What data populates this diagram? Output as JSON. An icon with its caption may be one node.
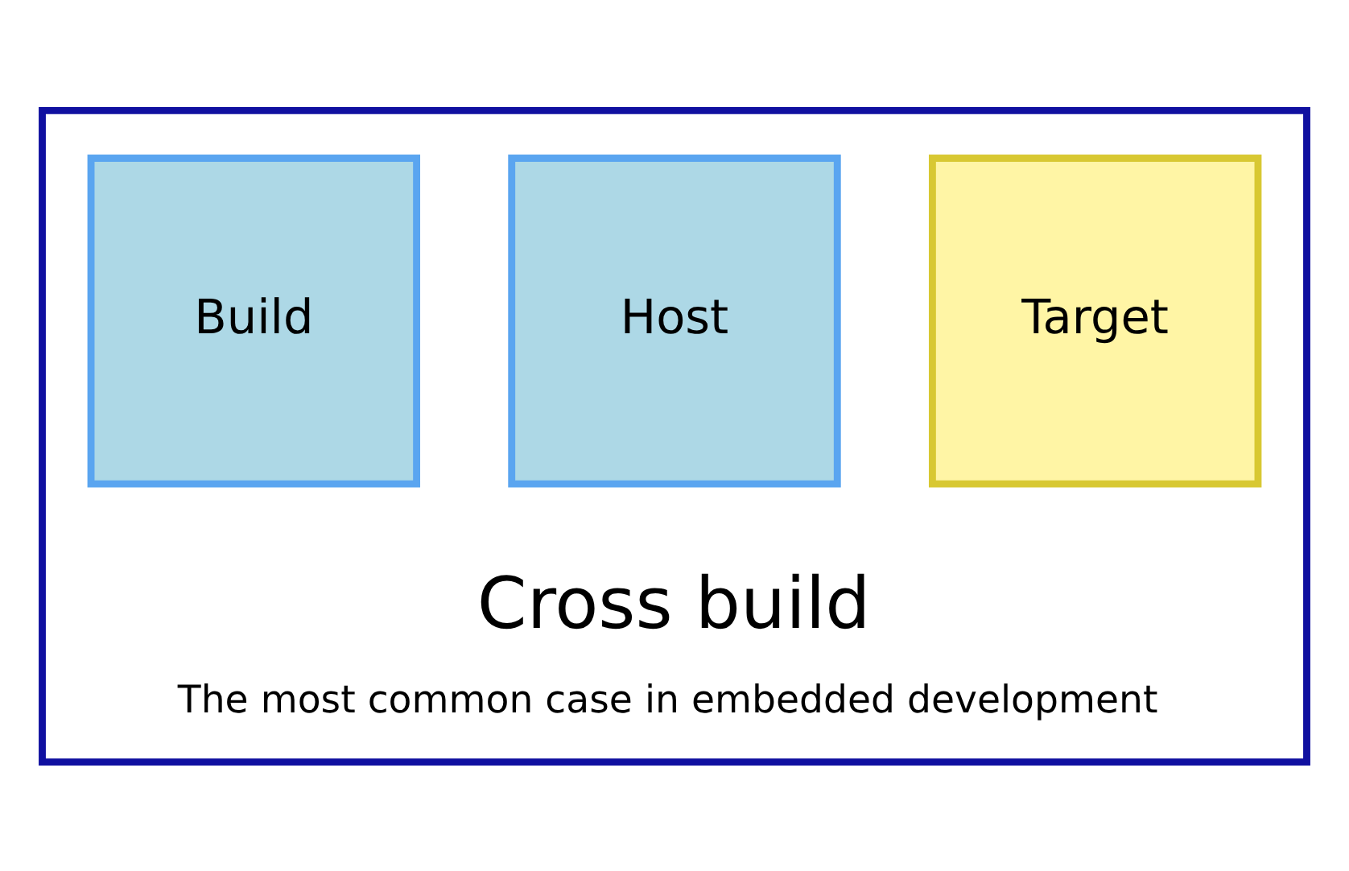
{
  "diagram": {
    "nodes": [
      {
        "text": [
          "Cross build",
          "The most common case in embedded development"
        ]
      },
      {
        "text": [
          "Build"
        ],
        "in": 0
      },
      {
        "text": [
          "Host"
        ],
        "in": 0
      },
      {
        "text": [
          "Target"
        ],
        "in": 0
      }
    ],
    "edges": []
  }
}
